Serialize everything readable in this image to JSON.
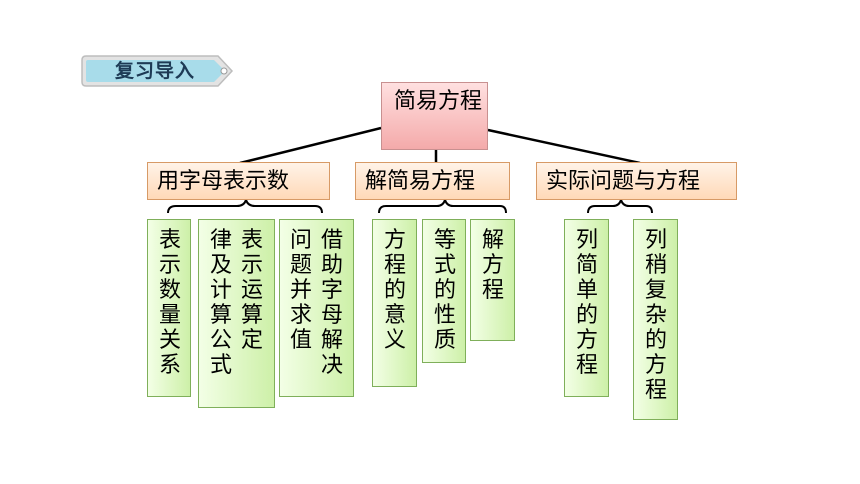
{
  "header": {
    "badge_label": "复习导入"
  },
  "diagram": {
    "root": {
      "label": "简易方程"
    },
    "categories": [
      {
        "label": "用字母表示数"
      },
      {
        "label": "解简易方程"
      },
      {
        "label": "实际问题与方程"
      }
    ],
    "leaves": [
      {
        "label": "表示数量关系"
      },
      {
        "label": "表示运算定律及计算公式"
      },
      {
        "label": "借助字母解决问题并求值"
      },
      {
        "label": "方程的意义"
      },
      {
        "label": "等式的性质"
      },
      {
        "label": "解方程"
      },
      {
        "label": "列简单的方程"
      },
      {
        "label": "列稍复杂的方程"
      }
    ]
  },
  "colors": {
    "root_fill": "#f4aaaa",
    "category_fill": "#ffd9b8",
    "leaf_fill": "#cdf0a8",
    "badge_fill": "#a8dcea"
  }
}
